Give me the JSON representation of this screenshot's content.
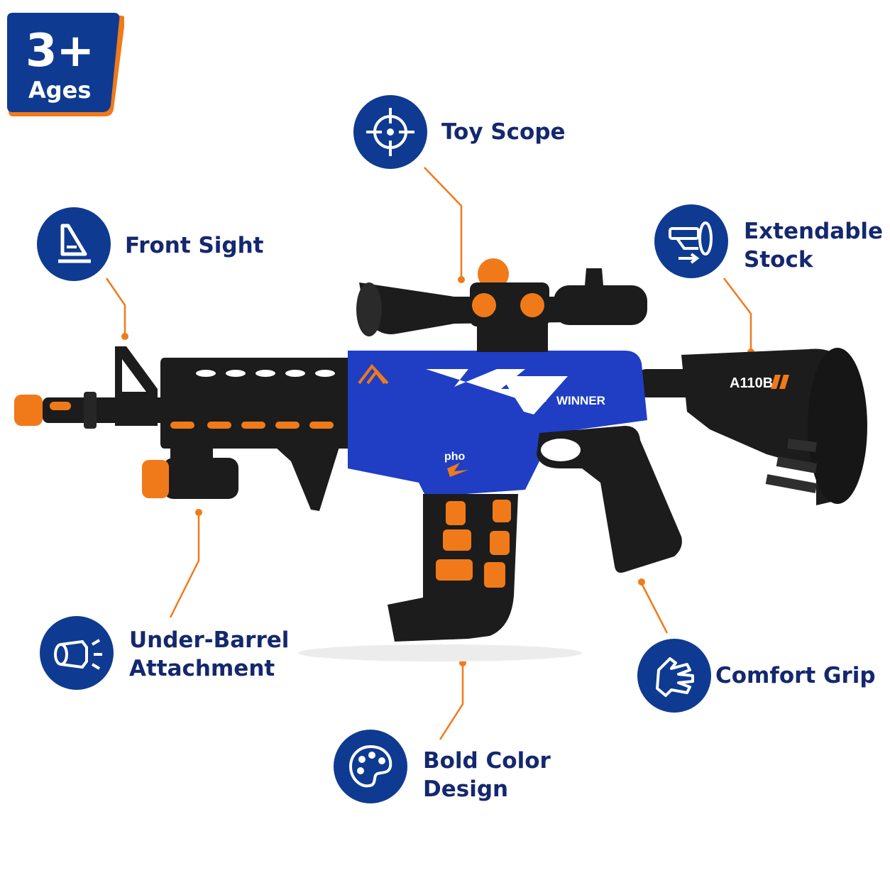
{
  "age_badge": {
    "number": "3+",
    "label": "Ages"
  },
  "features": {
    "toy_scope": {
      "label": "Toy Scope",
      "icon": "crosshair-icon"
    },
    "front_sight": {
      "label": "Front Sight",
      "icon": "front-sight-icon"
    },
    "extendable_stock": {
      "line1": "Extendable",
      "line2": "Stock",
      "icon": "extendable-stock-icon"
    },
    "under_barrel": {
      "line1": "Under-Barrel",
      "line2": "Attachment",
      "icon": "flashlight-icon"
    },
    "comfort_grip": {
      "label": "Comfort Grip",
      "icon": "grip-hand-icon"
    },
    "bold_color": {
      "line1": "Bold Color",
      "line2": "Design",
      "icon": "palette-icon"
    }
  },
  "product_markings": {
    "stock": "A110B",
    "body": "WINNER",
    "logo": "pho"
  },
  "colors": {
    "navy": "#0f3a91",
    "label_text": "#14286f",
    "orange": "#f07a1a",
    "blue_body": "#1f3ec4",
    "black": "#1c1c1c"
  }
}
